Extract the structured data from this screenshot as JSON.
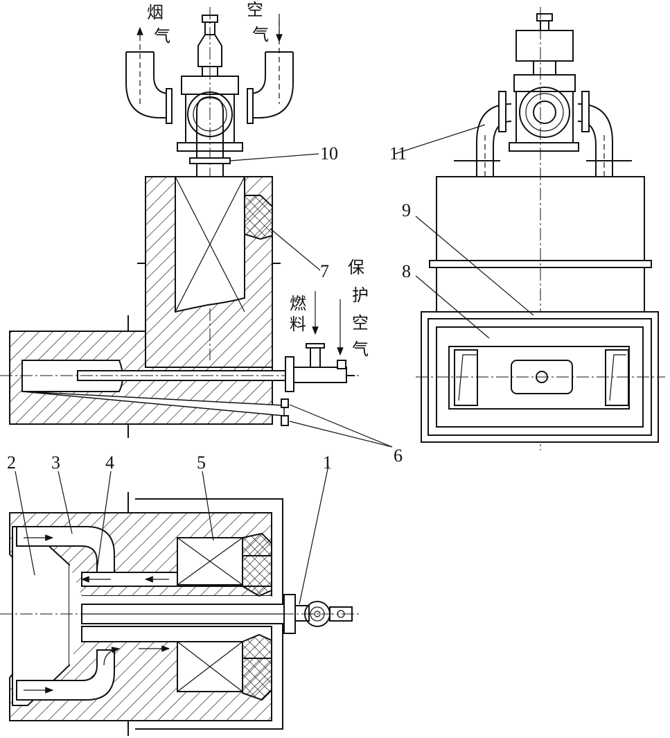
{
  "labels": {
    "flue_gas": [
      "烟",
      "气"
    ],
    "air": [
      "空",
      "气"
    ],
    "fuel": [
      "燃",
      "料"
    ],
    "protect_air": [
      "保",
      "护",
      "空",
      "气"
    ]
  },
  "callouts": [
    "1",
    "2",
    "3",
    "4",
    "5",
    "6",
    "7",
    "8",
    "9",
    "10",
    "11"
  ]
}
